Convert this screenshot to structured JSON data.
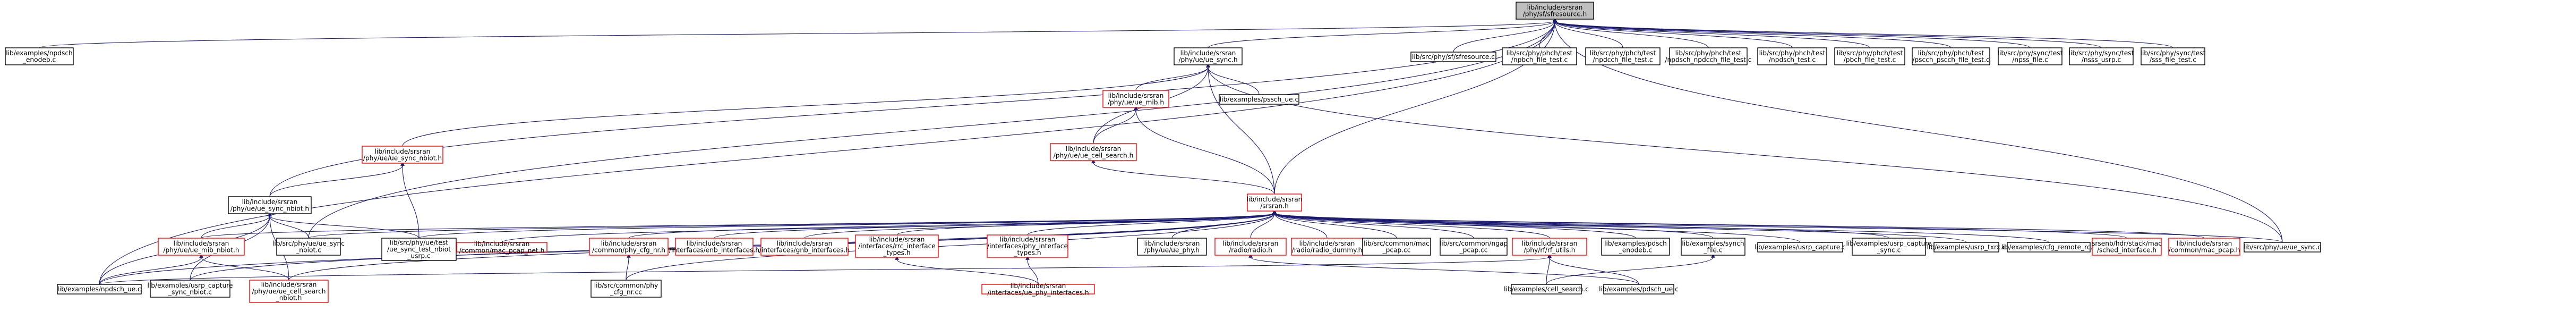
{
  "colors": {
    "edge": "#191970",
    "border_normal": "#000000",
    "border_linked": "#ff0000",
    "root_fill": "#bfbfbf",
    "fill": "#ffffff",
    "background": "#ffffff"
  },
  "nodes": {
    "root": {
      "lines": [
        "lib/include/srsran",
        "/phy/sf/sfresource.h"
      ]
    },
    "npdsch_enodeb": {
      "lines": [
        "lib/examples/npdsch",
        "_enodeb.c"
      ]
    },
    "ue_sync_h": {
      "lines": [
        "lib/include/srsran",
        "/phy/ue/ue_sync.h"
      ]
    },
    "sfresource_c": {
      "lines": [
        "lib/src/phy/sf/sfresource.c"
      ]
    },
    "npbch_file_test": {
      "lines": [
        "lib/src/phy/phch/test",
        "/npbch_file_test.c"
      ]
    },
    "npdcch_file_test": {
      "lines": [
        "lib/src/phy/phch/test",
        "/npdcch_file_test.c"
      ]
    },
    "npdsch_npdcch_file_test": {
      "lines": [
        "lib/src/phy/phch/test",
        "/npdsch_npdcch_file_test.c"
      ]
    },
    "npdsch_test": {
      "lines": [
        "lib/src/phy/phch/test",
        "/npdsch_test.c"
      ]
    },
    "pbch_file_test": {
      "lines": [
        "lib/src/phy/phch/test",
        "/pbch_file_test.c"
      ]
    },
    "pscch_file_test": {
      "lines": [
        "lib/src/phy/phch/test",
        "/pscch_pscch_file_test.c"
      ]
    },
    "npss_file": {
      "lines": [
        "lib/src/phy/sync/test",
        "/npss_file.c"
      ]
    },
    "nsss_usrp": {
      "lines": [
        "lib/src/phy/sync/test",
        "/nsss_usrp.c"
      ]
    },
    "nsss_file_test": {
      "lines": [
        "lib/src/phy/sync/test",
        "/sss_file_test.c"
      ]
    },
    "ue_mib_h": {
      "lines": [
        "lib/include/srsran",
        "/phy/ue/ue_mib.h"
      ]
    },
    "pssch_ue": {
      "lines": [
        "lib/examples/pssch_ue.c"
      ]
    },
    "ue_sync_nbiot": {
      "lines": [
        "lib/include/srsran",
        "/phy/ue/ue_sync_nbiot.h"
      ]
    },
    "ue_cell_search": {
      "lines": [
        "lib/include/srsran",
        "/phy/ue/ue_cell_search.h"
      ]
    },
    "ue_sync_nbiot_sync": {
      "lines": [
        "lib/include/srsran",
        "/phy/ue/ue_sync_nbiot.h"
      ]
    },
    "srsran_h": {
      "lines": [
        "lib/include/srsran",
        "/srsran.h"
      ]
    },
    "ue_sync_c": {
      "lines": [
        "lib/src/phy/ue/ue_sync",
        "_nbiot.c"
      ]
    },
    "ue_sync_test_nbiot": {
      "lines": [
        "lib/src/phy/ue/test",
        "/ue_sync_test_nbiot",
        "_usrp.c"
      ]
    },
    "mac_pcap_net": {
      "lines": [
        "lib/include/srsran",
        "/common/mac_pcap_net.h"
      ]
    },
    "phy_cfg_nr": {
      "lines": [
        "lib/include/srsran",
        "/common/phy_cfg_nr.h"
      ]
    },
    "enb_interfaces": {
      "lines": [
        "lib/include/srsran",
        "/interfaces/enb_interfaces.h"
      ]
    },
    "gnb_interfaces": {
      "lines": [
        "lib/include/srsran",
        "/interfaces/gnb_interfaces.h"
      ]
    },
    "rrc_interface_types": {
      "lines": [
        "lib/include/srsran",
        "/interfaces/rrc_interface",
        "_types.h"
      ]
    },
    "phy_interface_types": {
      "lines": [
        "lib/include/srsran",
        "/interfaces/phy_interface",
        "_types.h"
      ]
    },
    "ue_phy_h": {
      "lines": [
        "lib/include/srsran",
        "/phy/ue/ue_phy.h"
      ]
    },
    "radio_h": {
      "lines": [
        "lib/include/srsran",
        "/radio/radio.h"
      ]
    },
    "radio_dummy": {
      "lines": [
        "lib/include/srsran",
        "/radio/radio_dummy.h"
      ]
    },
    "mac_pcap_cc": {
      "lines": [
        "lib/src/common/mac",
        "_pcap.cc"
      ]
    },
    "ngap_pcap": {
      "lines": [
        "lib/src/common/ngap",
        "_pcap.cc"
      ]
    },
    "rf_utils": {
      "lines": [
        "lib/include/srsran",
        "/phy/rf/rf_utils.h"
      ]
    },
    "pdsch_enodeb": {
      "lines": [
        "lib/examples/pdsch",
        "_enodeb.c"
      ]
    },
    "synch_file": {
      "lines": [
        "lib/examples/synch",
        "_file.c"
      ]
    },
    "usrp_capture": {
      "lines": [
        "lib/examples/usrp_capture.c"
      ]
    },
    "usrp_capture_sync": {
      "lines": [
        "lib/examples/usrp_capture",
        "_sync.c"
      ]
    },
    "usrp_txrx": {
      "lines": [
        "lib/examples/usrp_txrx.c"
      ]
    },
    "cfr_remote": {
      "lines": [
        "lib/examples/cfg_remote_rc.c"
      ]
    },
    "sched_interface": {
      "lines": [
        "srsenb/hdr/stack/mac",
        "/sched_interface.h"
      ]
    },
    "mac_pcap_h": {
      "lines": [
        "lib/include/srsran",
        "/common/mac_pcap.h"
      ]
    },
    "ue_sync_c2": {
      "lines": [
        "lib/src/phy/ue/ue_sync.c"
      ]
    },
    "ue_mib_nbiot": {
      "lines": [
        "lib/include/srsran",
        "/phy/ue/ue_mib_nbiot.h"
      ]
    },
    "ue_capture_sync_nbiot": {
      "lines": [
        "lib/examples/usrp_capture",
        "_sync_nbiot.c"
      ]
    },
    "ue_cell_search_nbiot": {
      "lines": [
        "lib/include/srsran",
        "/phy/ue/ue_cell_search",
        "_nbiot.h"
      ]
    },
    "phy_cfg_nr_cc": {
      "lines": [
        "lib/src/common/phy",
        "_cfg_nr.cc"
      ]
    },
    "ue_phy_interfaces": {
      "lines": [
        "lib/include/srsran",
        "/interfaces/ue_phy_interfaces.h"
      ]
    },
    "npdsch_ue": {
      "lines": [
        "lib/examples/npdsch_ue.c"
      ]
    },
    "cell_search": {
      "lines": [
        "lib/examples/cell_search.c"
      ]
    },
    "pdsch_ue": {
      "lines": [
        "lib/examples/pdsch_ue.c"
      ]
    }
  }
}
